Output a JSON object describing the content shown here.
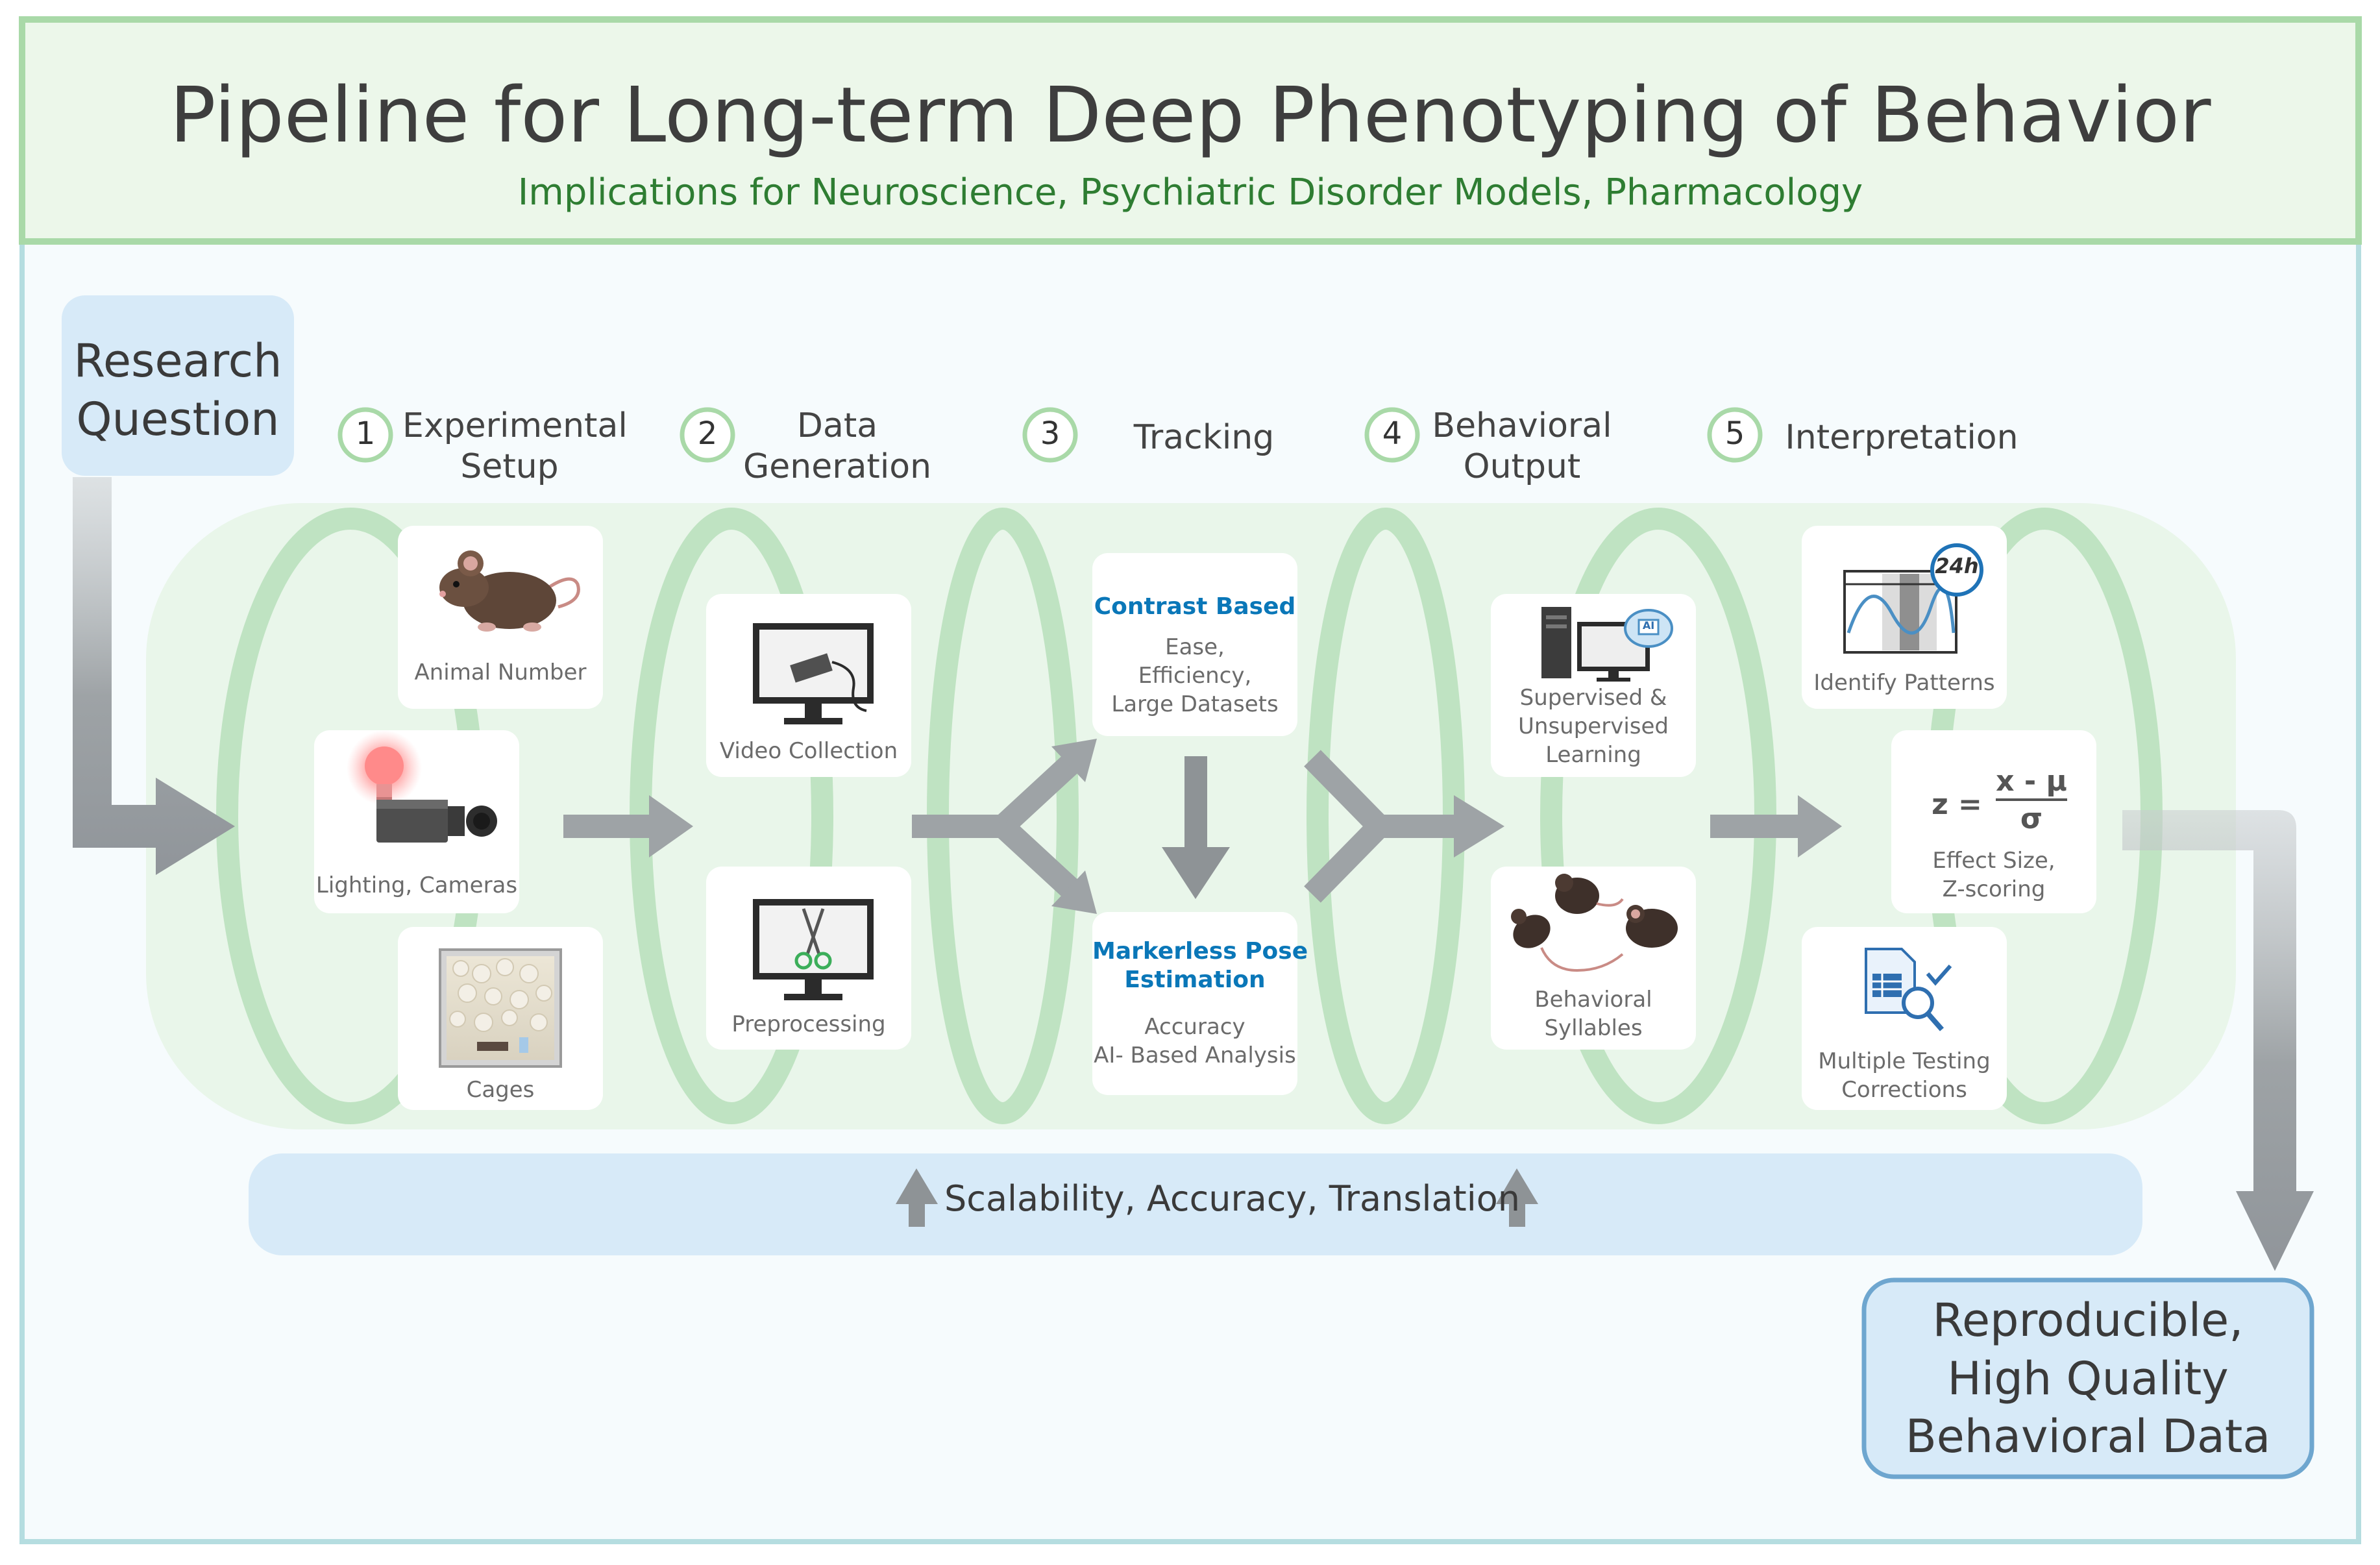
{
  "header": {
    "title": "Pipeline for Long-term Deep Phenotyping of Behavior",
    "subtitle": "Implications for Neuroscience, Psychiatric Disorder Models, Pharmacology"
  },
  "start": {
    "label": "Research Question"
  },
  "end": {
    "label": "Reproducible, High Quality Behavioral Data"
  },
  "steps": [
    {
      "number": "1",
      "label": "Experimental Setup"
    },
    {
      "number": "2",
      "label": "Data Generation"
    },
    {
      "number": "3",
      "label": "Tracking"
    },
    {
      "number": "4",
      "label": "Behavioral Output"
    },
    {
      "number": "5",
      "label": "Interpretation"
    }
  ],
  "cards": {
    "animal_number": "Animal Number",
    "lighting_cameras": "Lighting, Cameras",
    "cages": "Cages",
    "video_collection": "Video Collection",
    "preprocessing": "Preprocessing",
    "contrast_head": "Contrast Based",
    "contrast_line1": "Ease,",
    "contrast_line2": "Efficiency,",
    "contrast_line3": "Large Datasets",
    "markerless_head_1": "Markerless Pose",
    "markerless_head_2": "Estimation",
    "markerless_line1": "Accuracy",
    "markerless_line2": "AI- Based Analysis",
    "supervised_1": "Supervised &",
    "supervised_2": "Unsupervised",
    "supervised_3": "Learning",
    "syllables_1": "Behavioral",
    "syllables_2": "Syllables",
    "patterns": "Identify Patterns",
    "badge_24h": "24h",
    "ai_chip": "AI",
    "effect_1": "Effect Size,",
    "effect_2": "Z-scoring",
    "eq_z": "z =",
    "eq_num": "x - μ",
    "eq_den": "σ",
    "testing_1": "Multiple Testing",
    "testing_2": "Corrections"
  },
  "banner": {
    "label": "Scalability, Accuracy, Translation"
  },
  "colors": {
    "header_green": "#2e7d32",
    "ring_green": "#bfe3c2",
    "tube_green": "#e9f6ea",
    "accent_blue": "#0a77b8",
    "box_blue": "#d7eaf8"
  }
}
